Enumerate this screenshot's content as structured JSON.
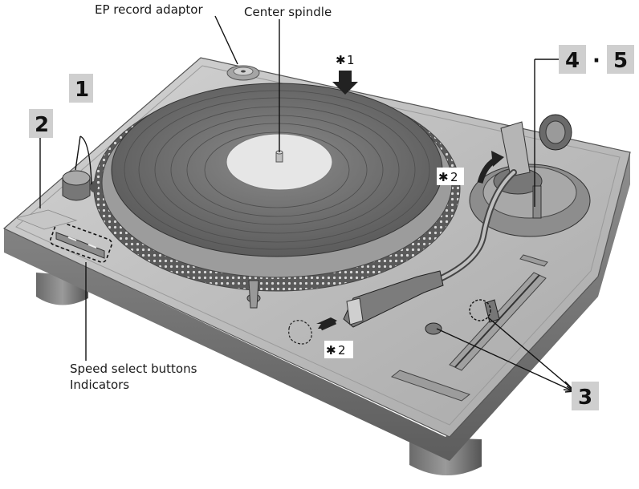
{
  "labels": {
    "ep_adaptor": "EP record adaptor",
    "center_spindle": "Center spindle",
    "speed_buttons": "Speed select buttons",
    "indicators": "Indicators"
  },
  "callouts": {
    "c1": "1",
    "c2": "2",
    "c3": "3",
    "c4": "4",
    "dot": "·",
    "c5": "5"
  },
  "stars": {
    "s1": "1",
    "s2a": "2",
    "s2b": "2"
  },
  "colors": {
    "callout_box": "#cfcfcf",
    "chassis_top": "#b9b9b9",
    "chassis_side": "#8a8a8a",
    "platter_record": "#6e6e6e",
    "record_label": "#e6e6e6"
  }
}
